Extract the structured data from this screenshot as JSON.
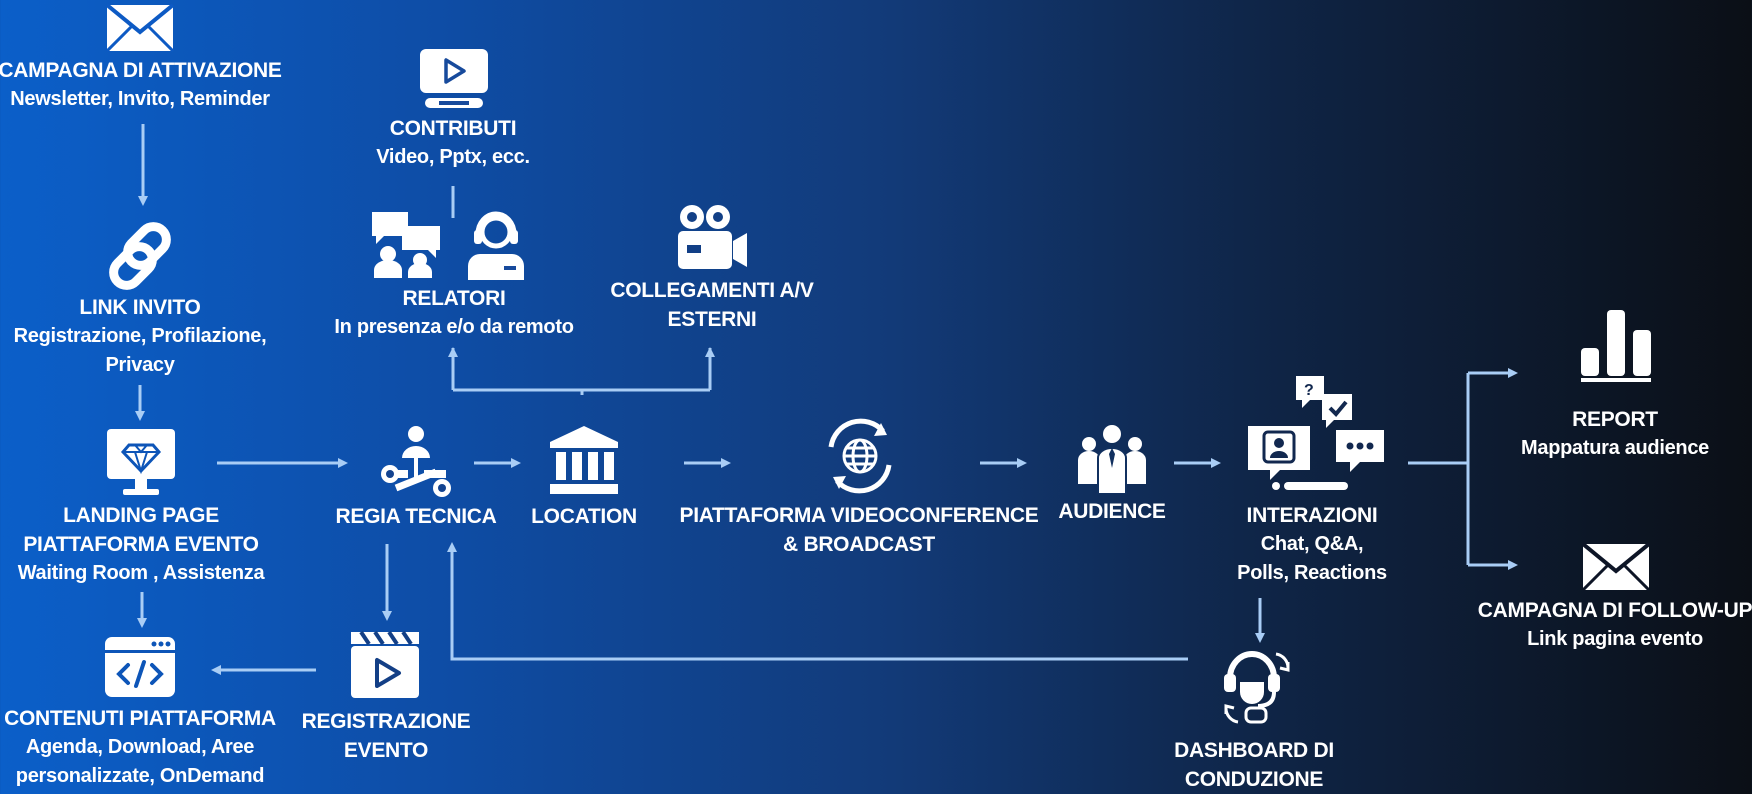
{
  "nodes": {
    "campagna_attivazione": {
      "title": "CAMPAGNA DI ATTIVAZIONE",
      "sub": "Newsletter, Invito, Reminder"
    },
    "link_invito": {
      "title": "LINK INVITO",
      "sub1": "Registrazione, Profilazione,",
      "sub2": "Privacy"
    },
    "landing_page": {
      "title": "LANDING PAGE",
      "title2": "PIATTAFORMA EVENTO",
      "sub": "Waiting Room , Assistenza"
    },
    "contenuti": {
      "title": "CONTENUTI PIATTAFORMA",
      "sub1": "Agenda, Download, Aree",
      "sub2": "personalizzate, OnDemand"
    },
    "contributi": {
      "title": "CONTRIBUTI",
      "sub": "Video, Pptx, ecc."
    },
    "relatori": {
      "title": "RELATORI",
      "sub": "In presenza e/o da remoto"
    },
    "collegamenti": {
      "title": "COLLEGAMENTI A/V",
      "title2": "ESTERNI"
    },
    "regia": {
      "title": "REGIA TECNICA"
    },
    "location": {
      "title": "LOCATION"
    },
    "registrazione": {
      "title": "REGISTRAZIONE",
      "title2": "EVENTO"
    },
    "piattaforma": {
      "title": "PIATTAFORMA VIDEOCONFERENCE",
      "title2": "& BROADCAST"
    },
    "audience": {
      "title": "AUDIENCE"
    },
    "interazioni": {
      "title": "INTERAZIONI",
      "sub1": "Chat, Q&A,",
      "sub2": "Polls, Reactions"
    },
    "dashboard": {
      "title": "DASHBOARD DI",
      "title2": "CONDUZIONE"
    },
    "report": {
      "title": "REPORT",
      "sub": "Mappatura audience"
    },
    "followup": {
      "title": "CAMPAGNA DI FOLLOW-UP",
      "sub": "Link pagina evento"
    }
  },
  "colors": {
    "arrow": "#a9cdf5",
    "text": "#ffffff",
    "icon_detail": "#1a3c7a"
  },
  "icons": [
    "envelope-icon",
    "link-icon",
    "monitor-diamond-icon",
    "code-window-icon",
    "play-monitor-icon",
    "chat-people-icon",
    "headset-agent-icon",
    "video-camera-icon",
    "technician-icon",
    "bank-building-icon",
    "clapperboard-play-icon",
    "globe-sync-icon",
    "audience-group-icon",
    "interaction-chat-icon",
    "headset-support-icon",
    "bar-chart-icon",
    "envelope-icon"
  ]
}
